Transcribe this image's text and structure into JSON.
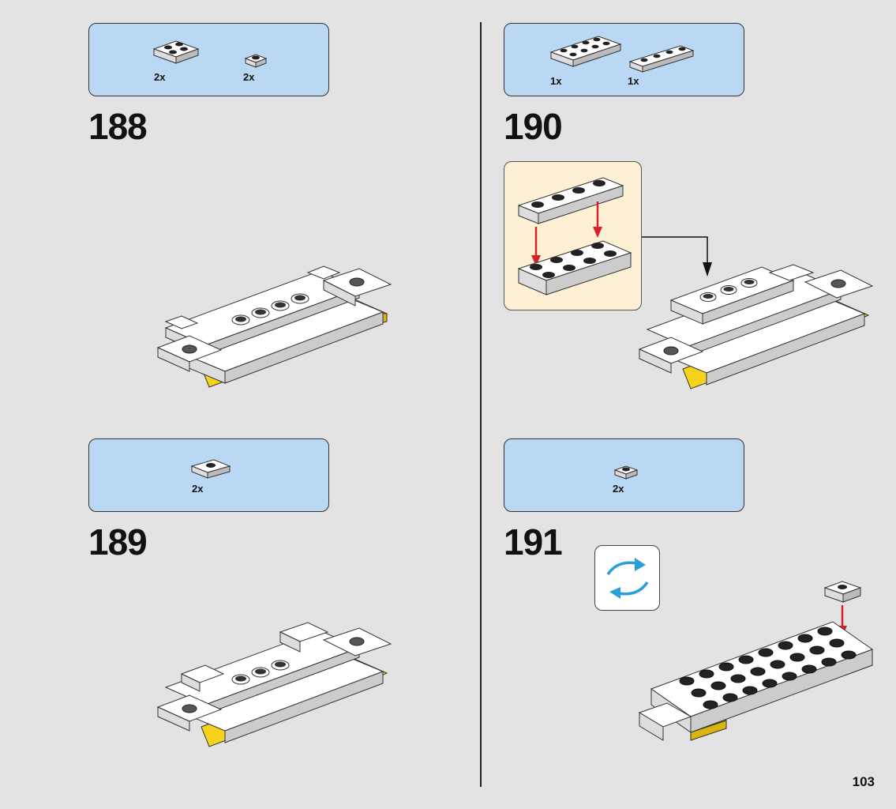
{
  "page_number": "103",
  "steps": [
    {
      "number": "188",
      "parts": [
        {
          "qty": "2x",
          "icon": "plate-2x2-icon"
        },
        {
          "qty": "2x",
          "icon": "plate-1x1-icon"
        }
      ]
    },
    {
      "number": "189",
      "parts": [
        {
          "qty": "2x",
          "icon": "jumper-plate-icon"
        }
      ]
    },
    {
      "number": "190",
      "parts": [
        {
          "qty": "1x",
          "icon": "plate-2x4-icon"
        },
        {
          "qty": "1x",
          "icon": "plate-1x4-icon"
        }
      ]
    },
    {
      "number": "191",
      "parts": [
        {
          "qty": "2x",
          "icon": "plate-1x1-icon"
        }
      ],
      "rotate_icon": "rotate-model-icon"
    }
  ],
  "colors": {
    "background": "#e3e3e3",
    "parts_box": "#bad8f3",
    "callout": "#fdf0d4",
    "brick_yellow": "#f5d31c",
    "arrow_red": "#d6202c",
    "rotate_blue": "#2a9fd8"
  }
}
